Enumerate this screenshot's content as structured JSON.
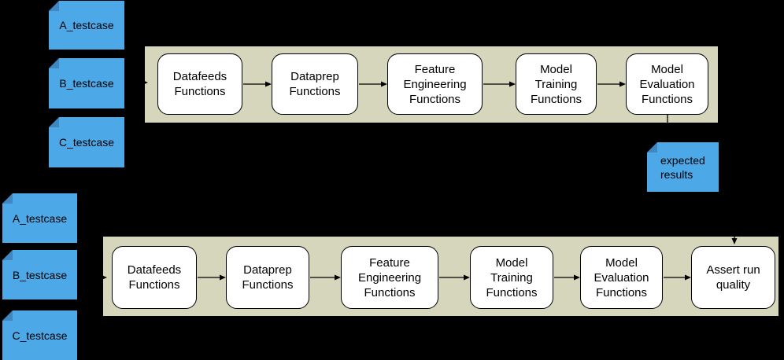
{
  "diagram": {
    "top_inputs": {
      "notes": [
        {
          "label": "A_testcase"
        },
        {
          "label": "B_testcase"
        },
        {
          "label": "C_testcase"
        }
      ]
    },
    "top_pipeline": {
      "boxes": [
        {
          "label": "Datafeeds\nFunctions"
        },
        {
          "label": "Dataprep\nFunctions"
        },
        {
          "label": "Feature\nEngineering\nFunctions"
        },
        {
          "label": "Model\nTraining\nFunctions"
        },
        {
          "label": "Model\nEvaluation\nFunctions"
        }
      ]
    },
    "expected_note": {
      "label": "expected\nresults"
    },
    "bottom_inputs": {
      "notes": [
        {
          "label": "A_testcase"
        },
        {
          "label": "B_testcase"
        },
        {
          "label": "C_testcase"
        }
      ]
    },
    "bottom_pipeline": {
      "boxes": [
        {
          "label": "Datafeeds\nFunctions"
        },
        {
          "label": "Dataprep\nFunctions"
        },
        {
          "label": "Feature\nEngineering\nFunctions"
        },
        {
          "label": "Model\nTraining\nFunctions"
        },
        {
          "label": "Model\nEvaluation\nFunctions"
        },
        {
          "label": "Assert run\nquality"
        }
      ]
    },
    "colors": {
      "background": "#000000",
      "note_fill": "#4da8e8",
      "note_fold": "#3e87c0",
      "band_fill": "#d5d6bc",
      "box_fill": "#ffffff",
      "box_border": "#000000",
      "connector": "#000000",
      "text": "#000000"
    }
  }
}
